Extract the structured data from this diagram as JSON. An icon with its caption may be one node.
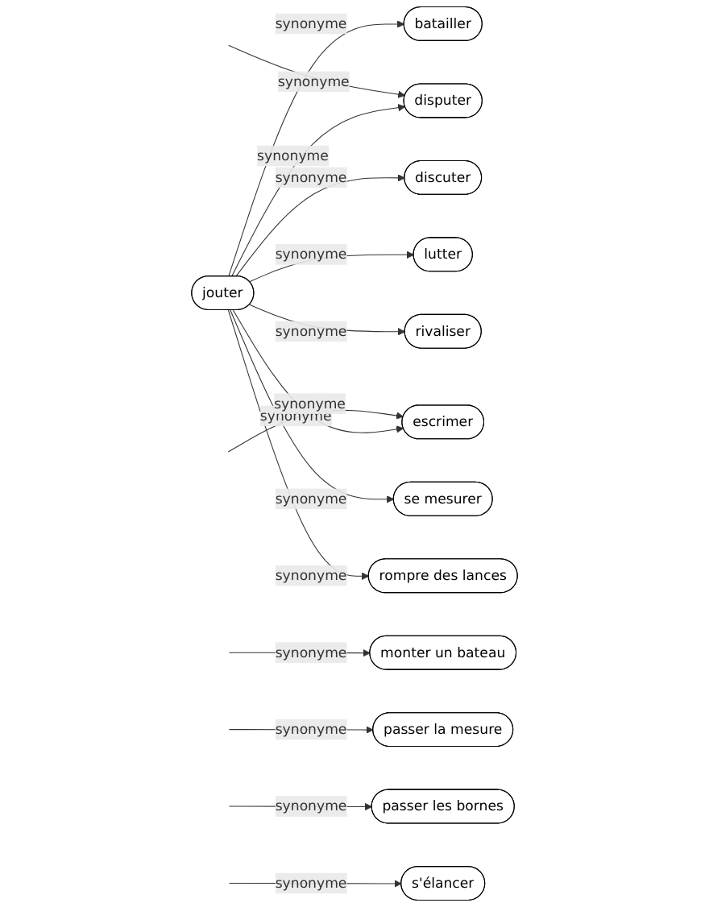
{
  "diagram": {
    "nodes": [
      {
        "text": [
          "jouter"
        ]
      },
      {
        "text": [
          "batailler"
        ]
      },
      {
        "text": [
          "discuter"
        ]
      },
      {
        "text": [
          "disputer"
        ]
      },
      {
        "text": [
          "escrimer"
        ]
      },
      {
        "text": [
          "monter un bateau"
        ]
      },
      {
        "text": [
          "lutter"
        ]
      },
      {
        "text": [
          "rivaliser"
        ]
      },
      {
        "text": [
          "passer la mesure"
        ]
      },
      {
        "text": [
          "se mesurer"
        ]
      },
      {
        "text": [
          "passer les bornes"
        ]
      },
      {
        "text": [
          "rompre des lances"
        ]
      },
      {
        "text": [
          "s'élancer"
        ]
      }
    ],
    "edges": [
      {
        "from": 0,
        "to": 1,
        "arrow": "to",
        "label": "synonyme"
      },
      {
        "from": 0,
        "to": 2,
        "arrow": "to",
        "label": "synonyme"
      },
      {
        "from": 0,
        "to": 3,
        "arrow": "to",
        "label": "synonyme"
      },
      {
        "from": null,
        "to": 3,
        "arrow": "to",
        "label": "synonyme"
      },
      {
        "from": 0,
        "to": 4,
        "arrow": "to",
        "label": "synonyme"
      },
      {
        "from": null,
        "to": 4,
        "arrow": "to",
        "label": "synonyme"
      },
      {
        "from": 0,
        "to": 6,
        "arrow": "to",
        "label": "synonyme"
      },
      {
        "from": null,
        "to": 5,
        "arrow": "to",
        "label": "synonyme"
      },
      {
        "from": 0,
        "to": 7,
        "arrow": "to",
        "label": "synonyme"
      },
      {
        "from": null,
        "to": 8,
        "arrow": "to",
        "label": "synonyme"
      },
      {
        "from": 0,
        "to": 9,
        "arrow": "to",
        "label": "synonyme"
      },
      {
        "from": null,
        "to": 10,
        "arrow": "to",
        "label": "synonyme"
      },
      {
        "from": 0,
        "to": 11,
        "arrow": "to",
        "label": "synonyme"
      },
      {
        "from": null,
        "to": 12,
        "arrow": "to",
        "label": "synonyme"
      }
    ]
  }
}
